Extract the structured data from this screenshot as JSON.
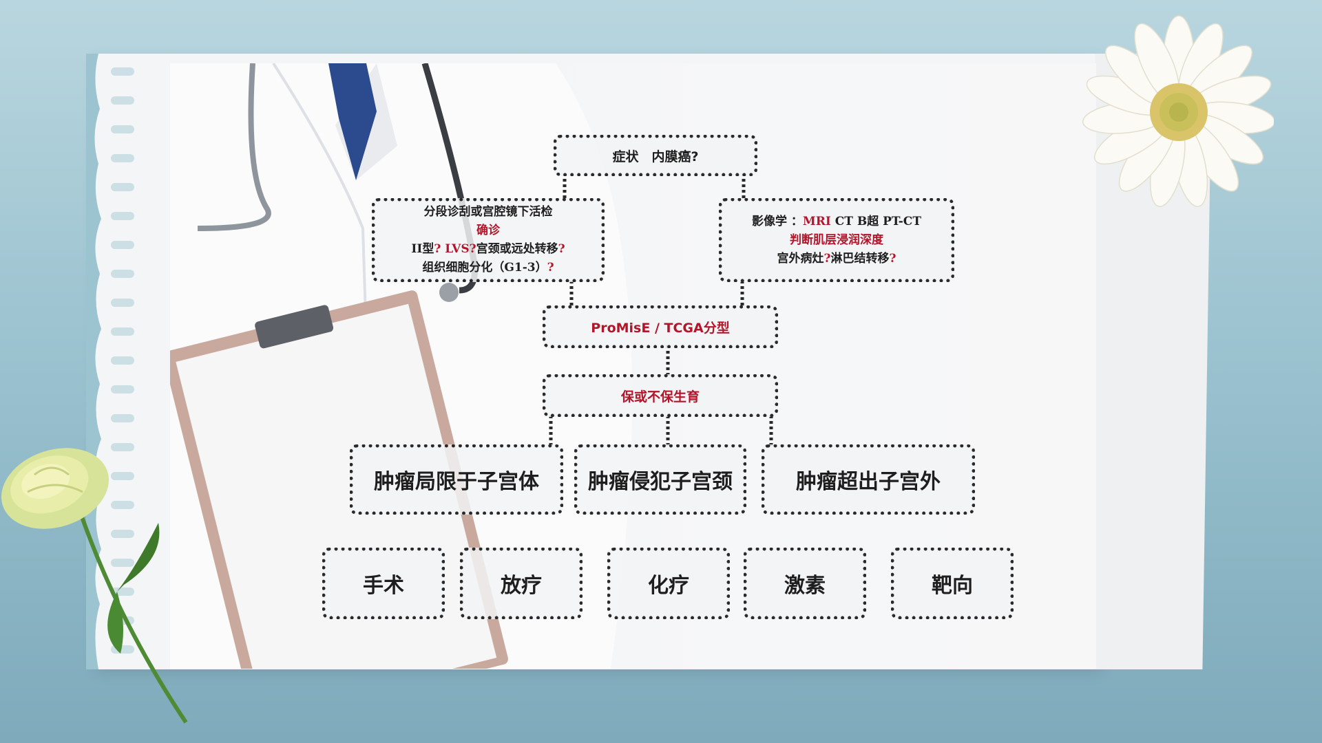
{
  "flowchart": {
    "top": "症状　内膜癌?",
    "left_box": {
      "line1": "分段诊刮或宫腔镜下活检",
      "line2": "确诊",
      "line3a": "II型",
      "line3b": "? LVS",
      "line3c": "?",
      "line3d": "宫颈或远处转移",
      "line3e": "?",
      "line4a": "组织细胞分化（G1-3）",
      "line4b": "?"
    },
    "right_box": {
      "line1a": "影像学 ：",
      "line1b": "MRI",
      "line1c": " CT B超 PT-CT",
      "line2": "判断肌层浸润深度",
      "line3a": "宫外病灶",
      "line3b": "?",
      "line3c": "淋巴结转移",
      "line3d": "?"
    },
    "classification": "ProMisE / TCGA分型",
    "fertility": "保或不保生育",
    "stages": [
      "肿瘤局限于子宫体",
      "肿瘤侵犯子宫颈",
      "肿瘤超出子宫外"
    ],
    "treatments": [
      "手术",
      "放疗",
      "化疗",
      "激素",
      "靶向"
    ]
  },
  "colors": {
    "accent_red": "#b3152a",
    "background": "#9cc3d0"
  }
}
